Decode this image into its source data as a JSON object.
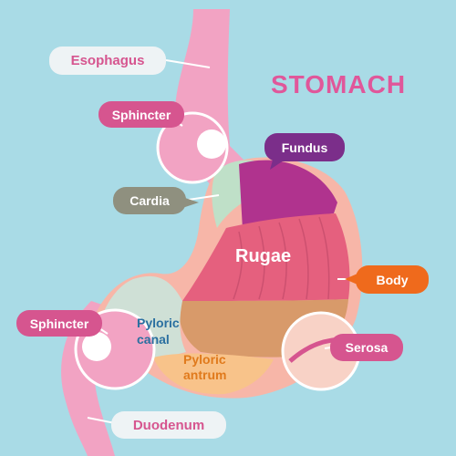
{
  "title": "STOMACH",
  "labels": {
    "esophagus": "Esophagus",
    "sphincter_top": "Sphincter",
    "fundus": "Fundus",
    "cardia": "Cardia",
    "body": "Body",
    "sphincter_left": "Sphincter",
    "serosa": "Serosa",
    "duodenum": "Duodenum"
  },
  "inner": {
    "rugae": "Rugae",
    "pyloric_canal_1": "Pyloric",
    "pyloric_canal_2": "canal",
    "pyloric_antrum_1": "Pyloric",
    "pyloric_antrum_2": "antrum"
  },
  "colors": {
    "background": "#a9dbe6",
    "esophagus_tube": "#f2a3c3",
    "stomach_wall": "#f7b6a8",
    "fundus": "#b0338e",
    "rugae": "#e5607e",
    "body_lower": "#d89a6a",
    "antrum": "#f8c38a",
    "canal": "#cfe0d6",
    "accent_pink": "#d6558f",
    "fundus_label": "#7b2e8a",
    "cardia_label": "#8f907f",
    "body_label": "#ef6a1c"
  }
}
